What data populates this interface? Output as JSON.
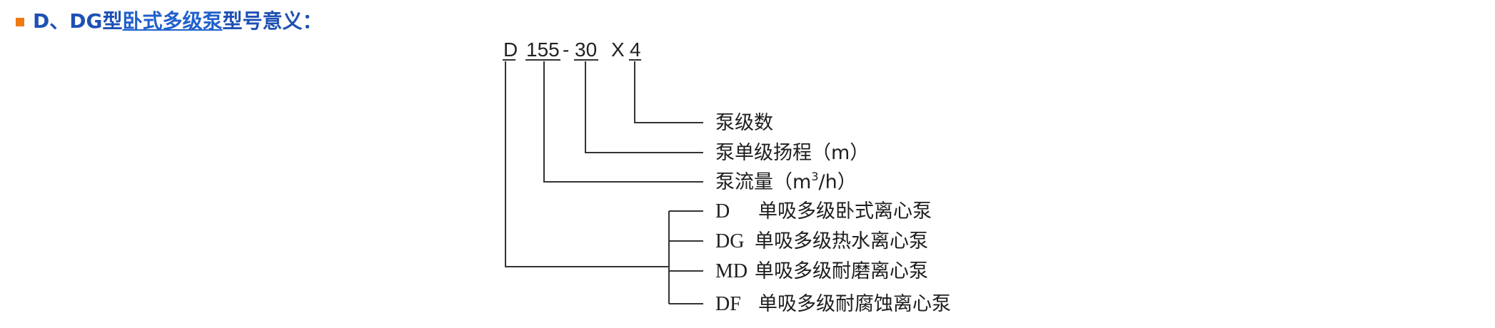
{
  "heading": {
    "prefix": "D、DG型",
    "link": "卧式多级泵",
    "suffix": "型号意义："
  },
  "model_code": {
    "series": "D",
    "flow": "155",
    "dash": "-",
    "head": "30",
    "times": "X",
    "stages": "4"
  },
  "labels": {
    "stages": "泵级数",
    "head": "泵单级扬程（m）",
    "flow_prefix": "泵流量（m",
    "flow_sup": "3",
    "flow_suffix": "/h）"
  },
  "types": [
    {
      "code": "D",
      "desc": "单吸多级卧式离心泵"
    },
    {
      "code": "DG",
      "desc": "单吸多级热水离心泵"
    },
    {
      "code": "MD",
      "desc": "单吸多级耐磨离心泵"
    },
    {
      "code": "DF",
      "desc": "单吸多级耐腐蚀离心泵"
    }
  ],
  "colors": {
    "bullet": "#f07a12",
    "heading": "#1e50b4",
    "link": "#2060cc",
    "lines": "#333333"
  }
}
